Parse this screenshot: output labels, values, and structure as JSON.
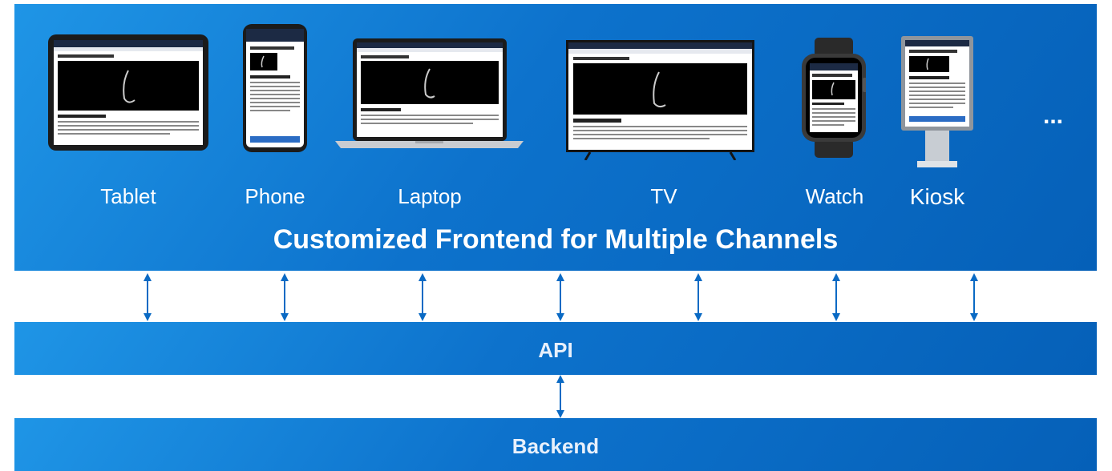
{
  "devices": {
    "tablet": "Tablet",
    "phone": "Phone",
    "laptop": "Laptop",
    "tv": "TV",
    "watch": "Watch",
    "kiosk": "Kiosk",
    "more": "..."
  },
  "headline": "Customized Frontend for Multiple Channels",
  "api_label": "API",
  "backend_label": "Backend",
  "colors": {
    "panel": "#0d72cc",
    "arrow": "#0a6ac4",
    "text": "#ffffff"
  }
}
